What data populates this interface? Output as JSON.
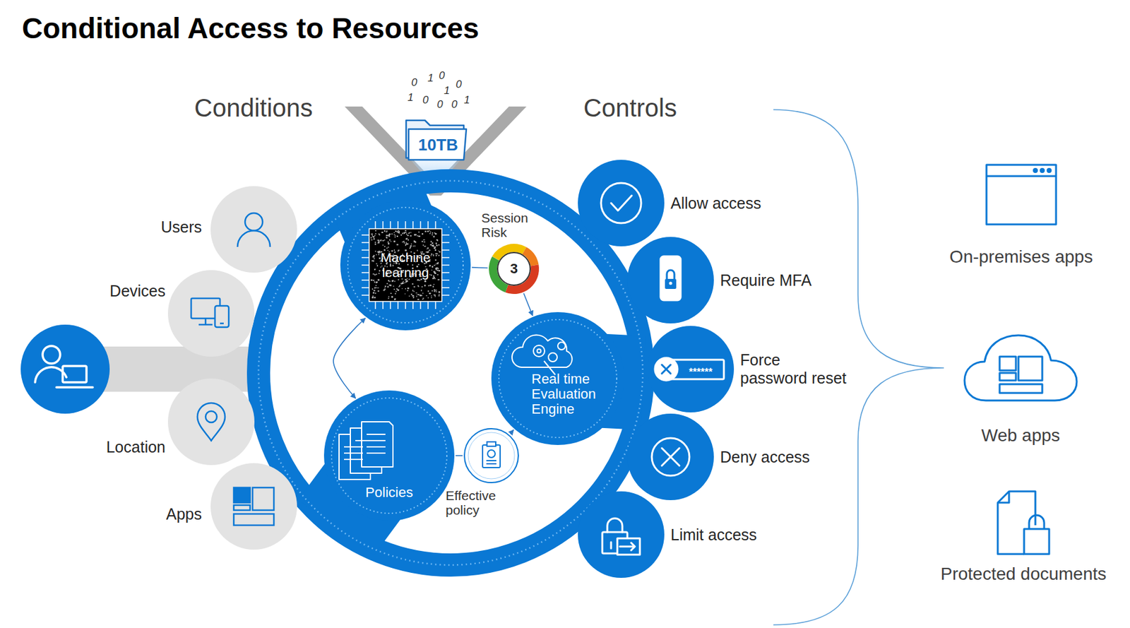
{
  "diagram": {
    "title": "Conditional Access to Resources",
    "nodes": [
      {
        "text": [
          "Users"
        ]
      },
      {
        "text": [
          "Devices"
        ]
      },
      {
        "text": [
          "Location"
        ]
      },
      {
        "text": [
          "Apps"
        ]
      },
      {
        "text": [
          "Machine learning"
        ]
      },
      {
        "text": [
          "Session Risk",
          "3"
        ]
      },
      {
        "text": [
          "Real time Evaluation Engine"
        ]
      },
      {
        "text": [
          "Policies"
        ]
      },
      {
        "text": [
          "Effective policy"
        ]
      },
      {
        "text": [
          "Allow access"
        ]
      },
      {
        "text": [
          "Require MFA"
        ]
      },
      {
        "text": [
          "Force password reset"
        ]
      },
      {
        "text": [
          "Deny access"
        ]
      },
      {
        "text": [
          "Limit access"
        ]
      },
      {
        "text": [
          "On-premises apps"
        ]
      },
      {
        "text": [
          "Web apps"
        ]
      },
      {
        "text": [
          "Protected documents"
        ]
      }
    ],
    "edges": [
      {
        "from": 4,
        "to": 7,
        "arrow": "both"
      },
      {
        "from": 4,
        "to": 5,
        "arrow": "none"
      },
      {
        "from": 5,
        "to": 6,
        "arrow": "to"
      },
      {
        "from": 7,
        "to": 8,
        "arrow": "none"
      },
      {
        "from": 8,
        "to": 6,
        "arrow": "to"
      }
    ],
    "labels": [
      "Conditions",
      "Controls",
      "0",
      "1",
      "0",
      "0",
      "1",
      "0",
      "1",
      "0",
      "0",
      "1",
      "10TB",
      "******"
    ]
  }
}
